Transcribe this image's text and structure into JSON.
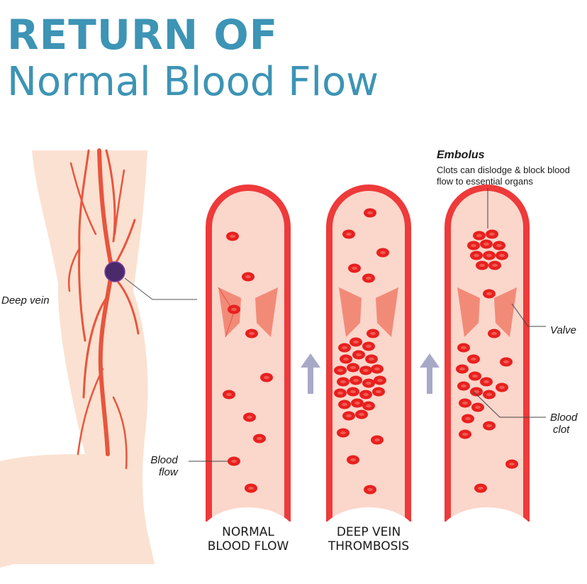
{
  "title": {
    "line1": "RETURN OF",
    "line2": "Normal Blood Flow"
  },
  "labels": {
    "deep_vein": "Deep vein",
    "blood_flow_1": "Blood",
    "blood_flow_2": "flow",
    "valve": "Valve",
    "blood_clot_1": "Blood",
    "blood_clot_2": "clot",
    "embolus_title": "Embolus",
    "embolus_desc": "Clots can dislodge & block blood flow to essential organs"
  },
  "captions": {
    "normal_1": "NORMAL",
    "normal_2": "BLOOD FLOW",
    "dvt_1": "DEEP VEIN",
    "dvt_2": "THROMBOSIS"
  },
  "colors": {
    "title": "#3d94b5",
    "skin": "#fbe1d1",
    "vein": "#e8553d",
    "vessel_wall": "#ee3a3a",
    "vessel_fill": "#fbd6cb",
    "cell": "#e8201f",
    "arrow": "#a8a9c7"
  }
}
